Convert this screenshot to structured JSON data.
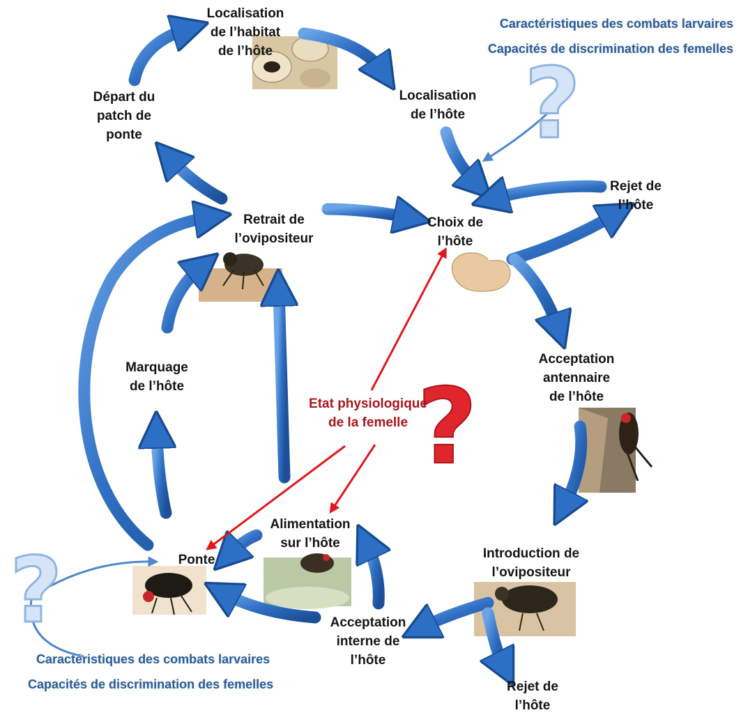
{
  "stages": {
    "localisation_habitat": [
      "Localisation",
      "de l’habitat",
      "de l’hôte"
    ],
    "localisation_hote": [
      "Localisation",
      "de l’hôte"
    ],
    "depart_patch": [
      "Départ du",
      "patch de",
      "ponte"
    ],
    "retrait": [
      "Retrait de",
      "l’ovipositeur"
    ],
    "choix": [
      "Choix de",
      "l’hôte"
    ],
    "rejet_top": [
      "Rejet de",
      "l’hôte"
    ],
    "acceptation_antennaire": [
      "Acceptation",
      "antennaire",
      "de l’hôte"
    ],
    "marquage": [
      "Marquage",
      "de l’hôte"
    ],
    "alimentation": [
      "Alimentation",
      "sur l’hôte"
    ],
    "introduction": [
      "Introduction de",
      "l’ovipositeur"
    ],
    "ponte": [
      "Ponte"
    ],
    "acceptation_interne": [
      "Acceptation",
      "interne de",
      "l’hôte"
    ],
    "rejet_bottom": [
      "Rejet de",
      "l’hôte"
    ]
  },
  "center": {
    "label": [
      "Etat physiologique",
      "de la femelle"
    ]
  },
  "annotations": {
    "top_right": [
      "Caractéristiques des combats larvaires",
      "Capacités de discrimination des femelles"
    ],
    "bottom_left": [
      "Caractéristiques des combats larvaires",
      "Capacités de discrimination des femelles"
    ]
  },
  "glyphs": {
    "question": "?"
  },
  "colors": {
    "arrow_blue": "#2d6fc4",
    "arrow_edge": "#174a8f",
    "red_arrow": "#e3161b",
    "red_text": "#a8161c",
    "annotation_blue": "#2b5a92"
  }
}
